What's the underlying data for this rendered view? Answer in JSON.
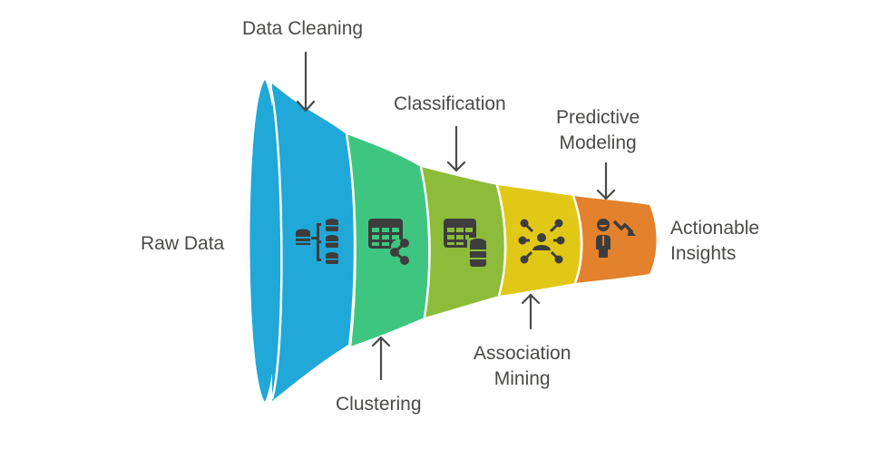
{
  "diagram": {
    "type": "funnel",
    "input_label": "Raw Data",
    "output_label_lines": [
      "Actionable",
      "Insights"
    ],
    "stages": [
      {
        "id": "data-cleaning",
        "label_lines": [
          "Data Cleaning"
        ],
        "label_position": "top",
        "icon": "database-split-icon",
        "color": "#1fa8d8"
      },
      {
        "id": "clustering",
        "label_lines": [
          "Clustering"
        ],
        "label_position": "bottom",
        "icon": "table-share-icon",
        "color": "#3ec680"
      },
      {
        "id": "classification",
        "label_lines": [
          "Classification"
        ],
        "label_position": "top",
        "icon": "table-database-icon",
        "color": "#8dbc3a"
      },
      {
        "id": "association-mining",
        "label_lines": [
          "Association",
          "Mining"
        ],
        "label_position": "bottom",
        "icon": "network-person-icon",
        "color": "#e1c817"
      },
      {
        "id": "predictive-modeling",
        "label_lines": [
          "Predictive",
          "Modeling"
        ],
        "label_position": "top",
        "icon": "person-trend-icon",
        "color": "#e3812c"
      }
    ]
  },
  "colors": {
    "text": "#4a4a48",
    "arrow": "#4a4a48",
    "icon": "#3d3d3d",
    "separator": "#ffffff"
  }
}
